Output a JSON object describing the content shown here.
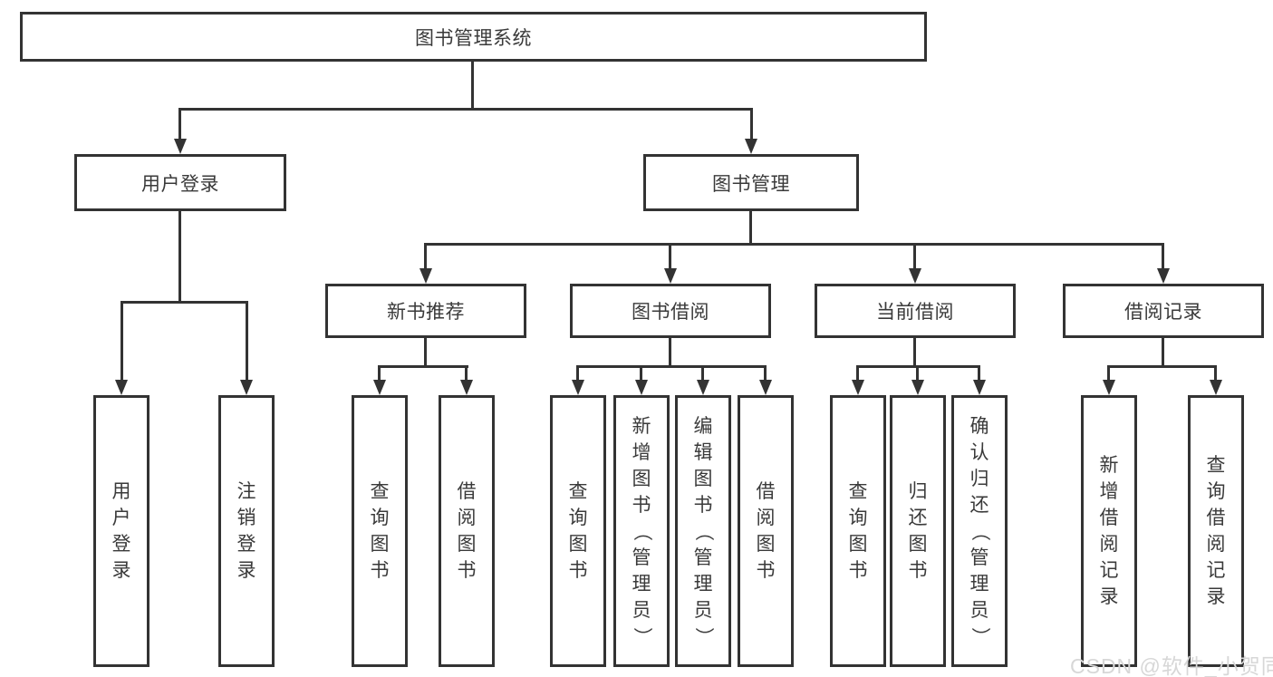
{
  "diagram": {
    "root": {
      "label": "图书管理系统"
    },
    "login": {
      "label": "用户登录",
      "children": [
        {
          "label": "用户登录"
        },
        {
          "label": "注销登录"
        }
      ]
    },
    "mgmt": {
      "label": "图书管理",
      "children": [
        {
          "label": "新书推荐",
          "children": [
            {
              "label": "查询图书"
            },
            {
              "label": "借阅图书"
            }
          ]
        },
        {
          "label": "图书借阅",
          "children": [
            {
              "label": "查询图书"
            },
            {
              "label": "新增图书（管理员）"
            },
            {
              "label": "编辑图书（管理员）"
            },
            {
              "label": "借阅图书"
            }
          ]
        },
        {
          "label": "当前借阅",
          "children": [
            {
              "label": "查询图书"
            },
            {
              "label": "归还图书"
            },
            {
              "label": "确认归还（管理员）"
            }
          ]
        },
        {
          "label": "借阅记录",
          "children": [
            {
              "label": "新增借阅记录"
            },
            {
              "label": "查询借阅记录"
            }
          ]
        }
      ]
    },
    "watermark": "CSDN @软件_小贺同学",
    "colors": {
      "line": "#333333",
      "box_background": "#ffffff",
      "text": "#3a3a3a",
      "watermark": "#d7d7d7"
    }
  }
}
